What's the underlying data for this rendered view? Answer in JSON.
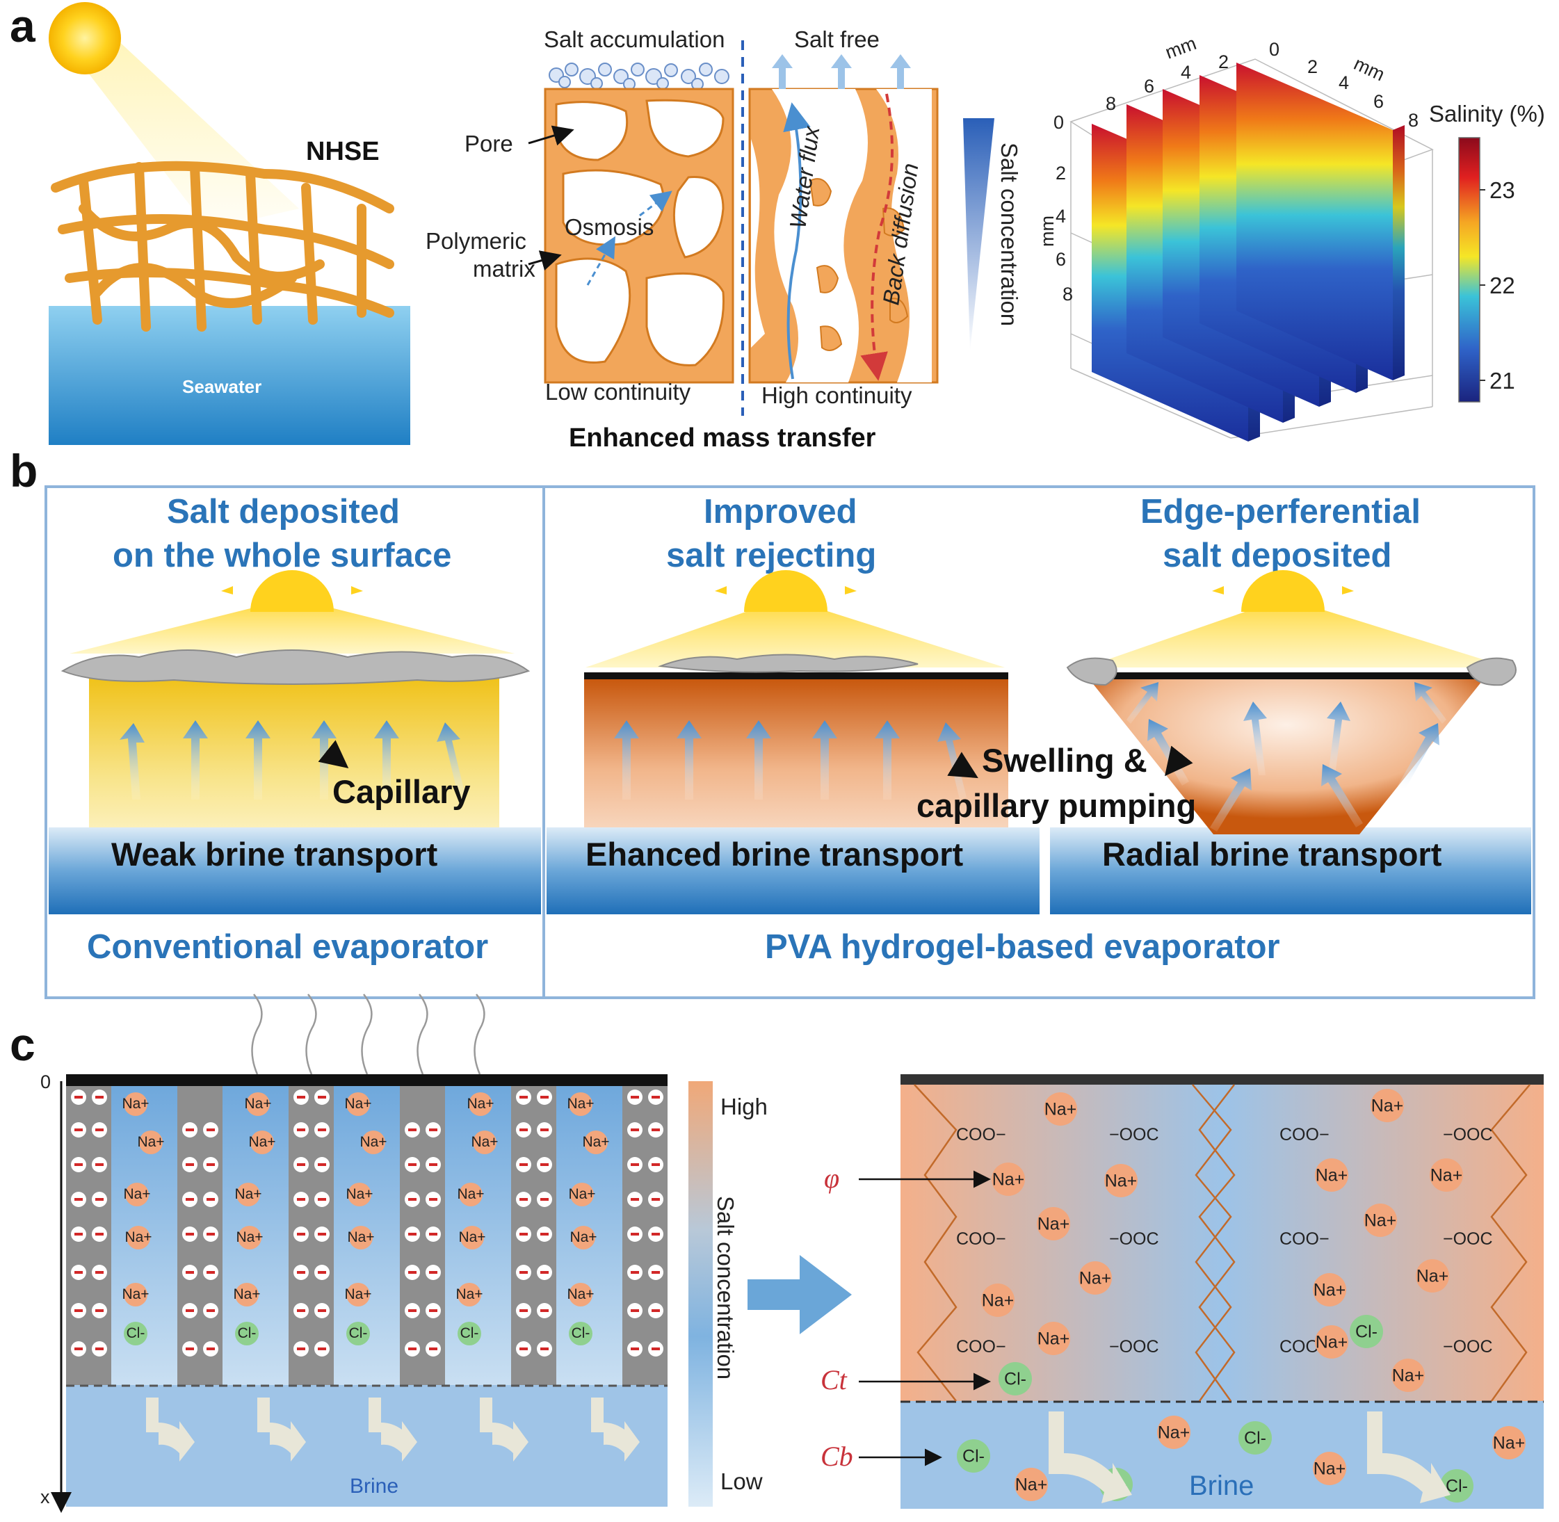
{
  "panels": {
    "a": {
      "letter": "a",
      "illustration": {
        "device_label": "NHSE",
        "water_label": "Seawater"
      },
      "schematic": {
        "left_top": "Salt accumulation",
        "right_top": "Salt free",
        "pore": "Pore",
        "polymeric_1": "Polymeric",
        "polymeric_2": "matrix",
        "osmosis": "Osmosis",
        "water_flux": "Water flux",
        "back_diffusion": "Back diffusion",
        "salt_concentration": "Salt concentration",
        "low_continuity": "Low continuity",
        "high_continuity": "High continuity",
        "caption": "Enhanced mass transfer"
      },
      "plot3d": {
        "colorbar_title": "Salinity (%)",
        "colorbar_ticks": [
          "23",
          "22",
          "21"
        ],
        "axis_unit": "mm",
        "left_axis_ticks": [
          "8",
          "6",
          "4",
          "2"
        ],
        "right_axis_ticks": [
          "0",
          "2",
          "4",
          "6",
          "8"
        ],
        "vertical_axis_ticks": [
          "0",
          "2",
          "4",
          "6",
          "8"
        ],
        "colors": {
          "high": "#c8102e",
          "mid": "#f5e626",
          "low": "#1a2f9c"
        }
      }
    },
    "b": {
      "letter": "b",
      "col1_title_1": "Salt deposited",
      "col1_title_2": "on the whole surface",
      "col2_title_1": "Improved",
      "col2_title_2": "salt rejecting",
      "col3_title_1": "Edge-perferential",
      "col3_title_2": "salt deposited",
      "capillary": "Capillary",
      "swelling_1": "Swelling &",
      "swelling_2": "capillary pumping",
      "weak": "Weak brine transport",
      "enhanced": "Ehanced brine transport",
      "radial": "Radial brine transport",
      "conventional": "Conventional evaporator",
      "pva": "PVA hydrogel-based evaporator",
      "colors": {
        "accent": "#2a74b8",
        "frame": "#8fb4db"
      }
    },
    "c": {
      "letter": "c",
      "origin": "0",
      "x_axis": "x",
      "na": "Na+",
      "cl": "Cl-",
      "brine_left": "Brine",
      "brine_right": "Brine",
      "scale_high": "High",
      "scale_low": "Low",
      "scale_title": "Salt concentration",
      "coo": "COO−",
      "ooc": "−OOC",
      "phi": "φ",
      "ct": "Ct",
      "cb": "Cb",
      "colors": {
        "orange": "#f0a878",
        "blue": "#7fb3e0",
        "grey": "#8e8e8e"
      }
    }
  }
}
